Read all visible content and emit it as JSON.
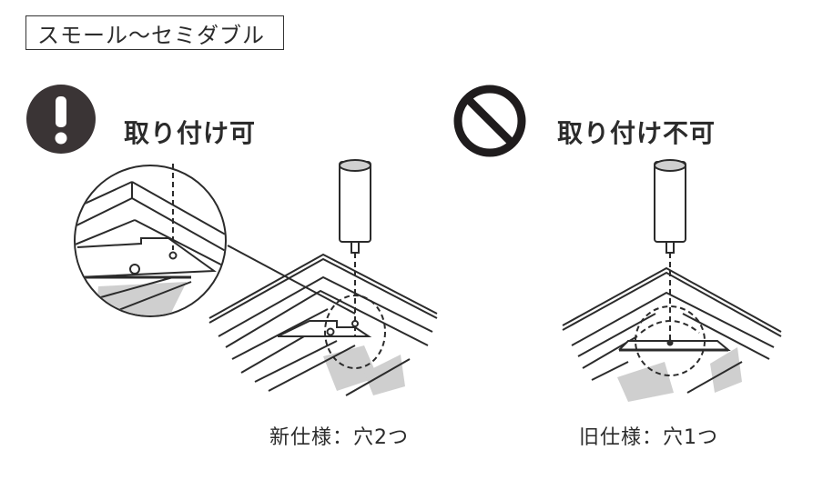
{
  "size_label": "スモール〜セミダブル",
  "panels": [
    {
      "status": "ok",
      "icon": "exclamation-icon",
      "heading": "取り付け可",
      "caption": "新仕様：穴2つ",
      "hole_count": 2
    },
    {
      "status": "ng",
      "icon": "prohibited-icon",
      "heading": "取り付け不可",
      "caption": "旧仕様：穴1つ",
      "hole_count": 1
    }
  ],
  "colors": {
    "ink": "#2b2b2b",
    "icon_fill": "#3a3435",
    "shade": "#cfcfcf",
    "background": "#ffffff"
  }
}
